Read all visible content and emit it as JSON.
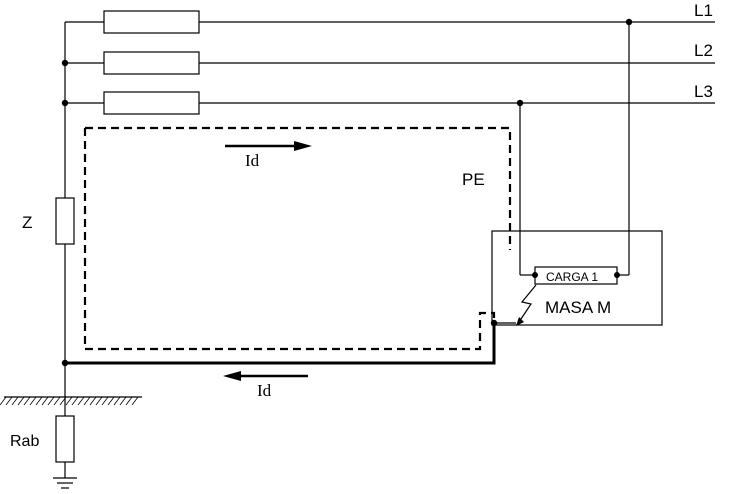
{
  "labels": {
    "l1": "L1",
    "l2": "L2",
    "l3": "L3",
    "z": "Z",
    "pe": "PE",
    "id_top": "Id",
    "id_bottom": "Id",
    "carga": "CARGA 1",
    "masa": "MASA M",
    "rab": "Rab"
  },
  "icons": [
    "resistor-icon",
    "fault-arc-icon",
    "ground-symbol-icon",
    "current-arrow-icon"
  ]
}
